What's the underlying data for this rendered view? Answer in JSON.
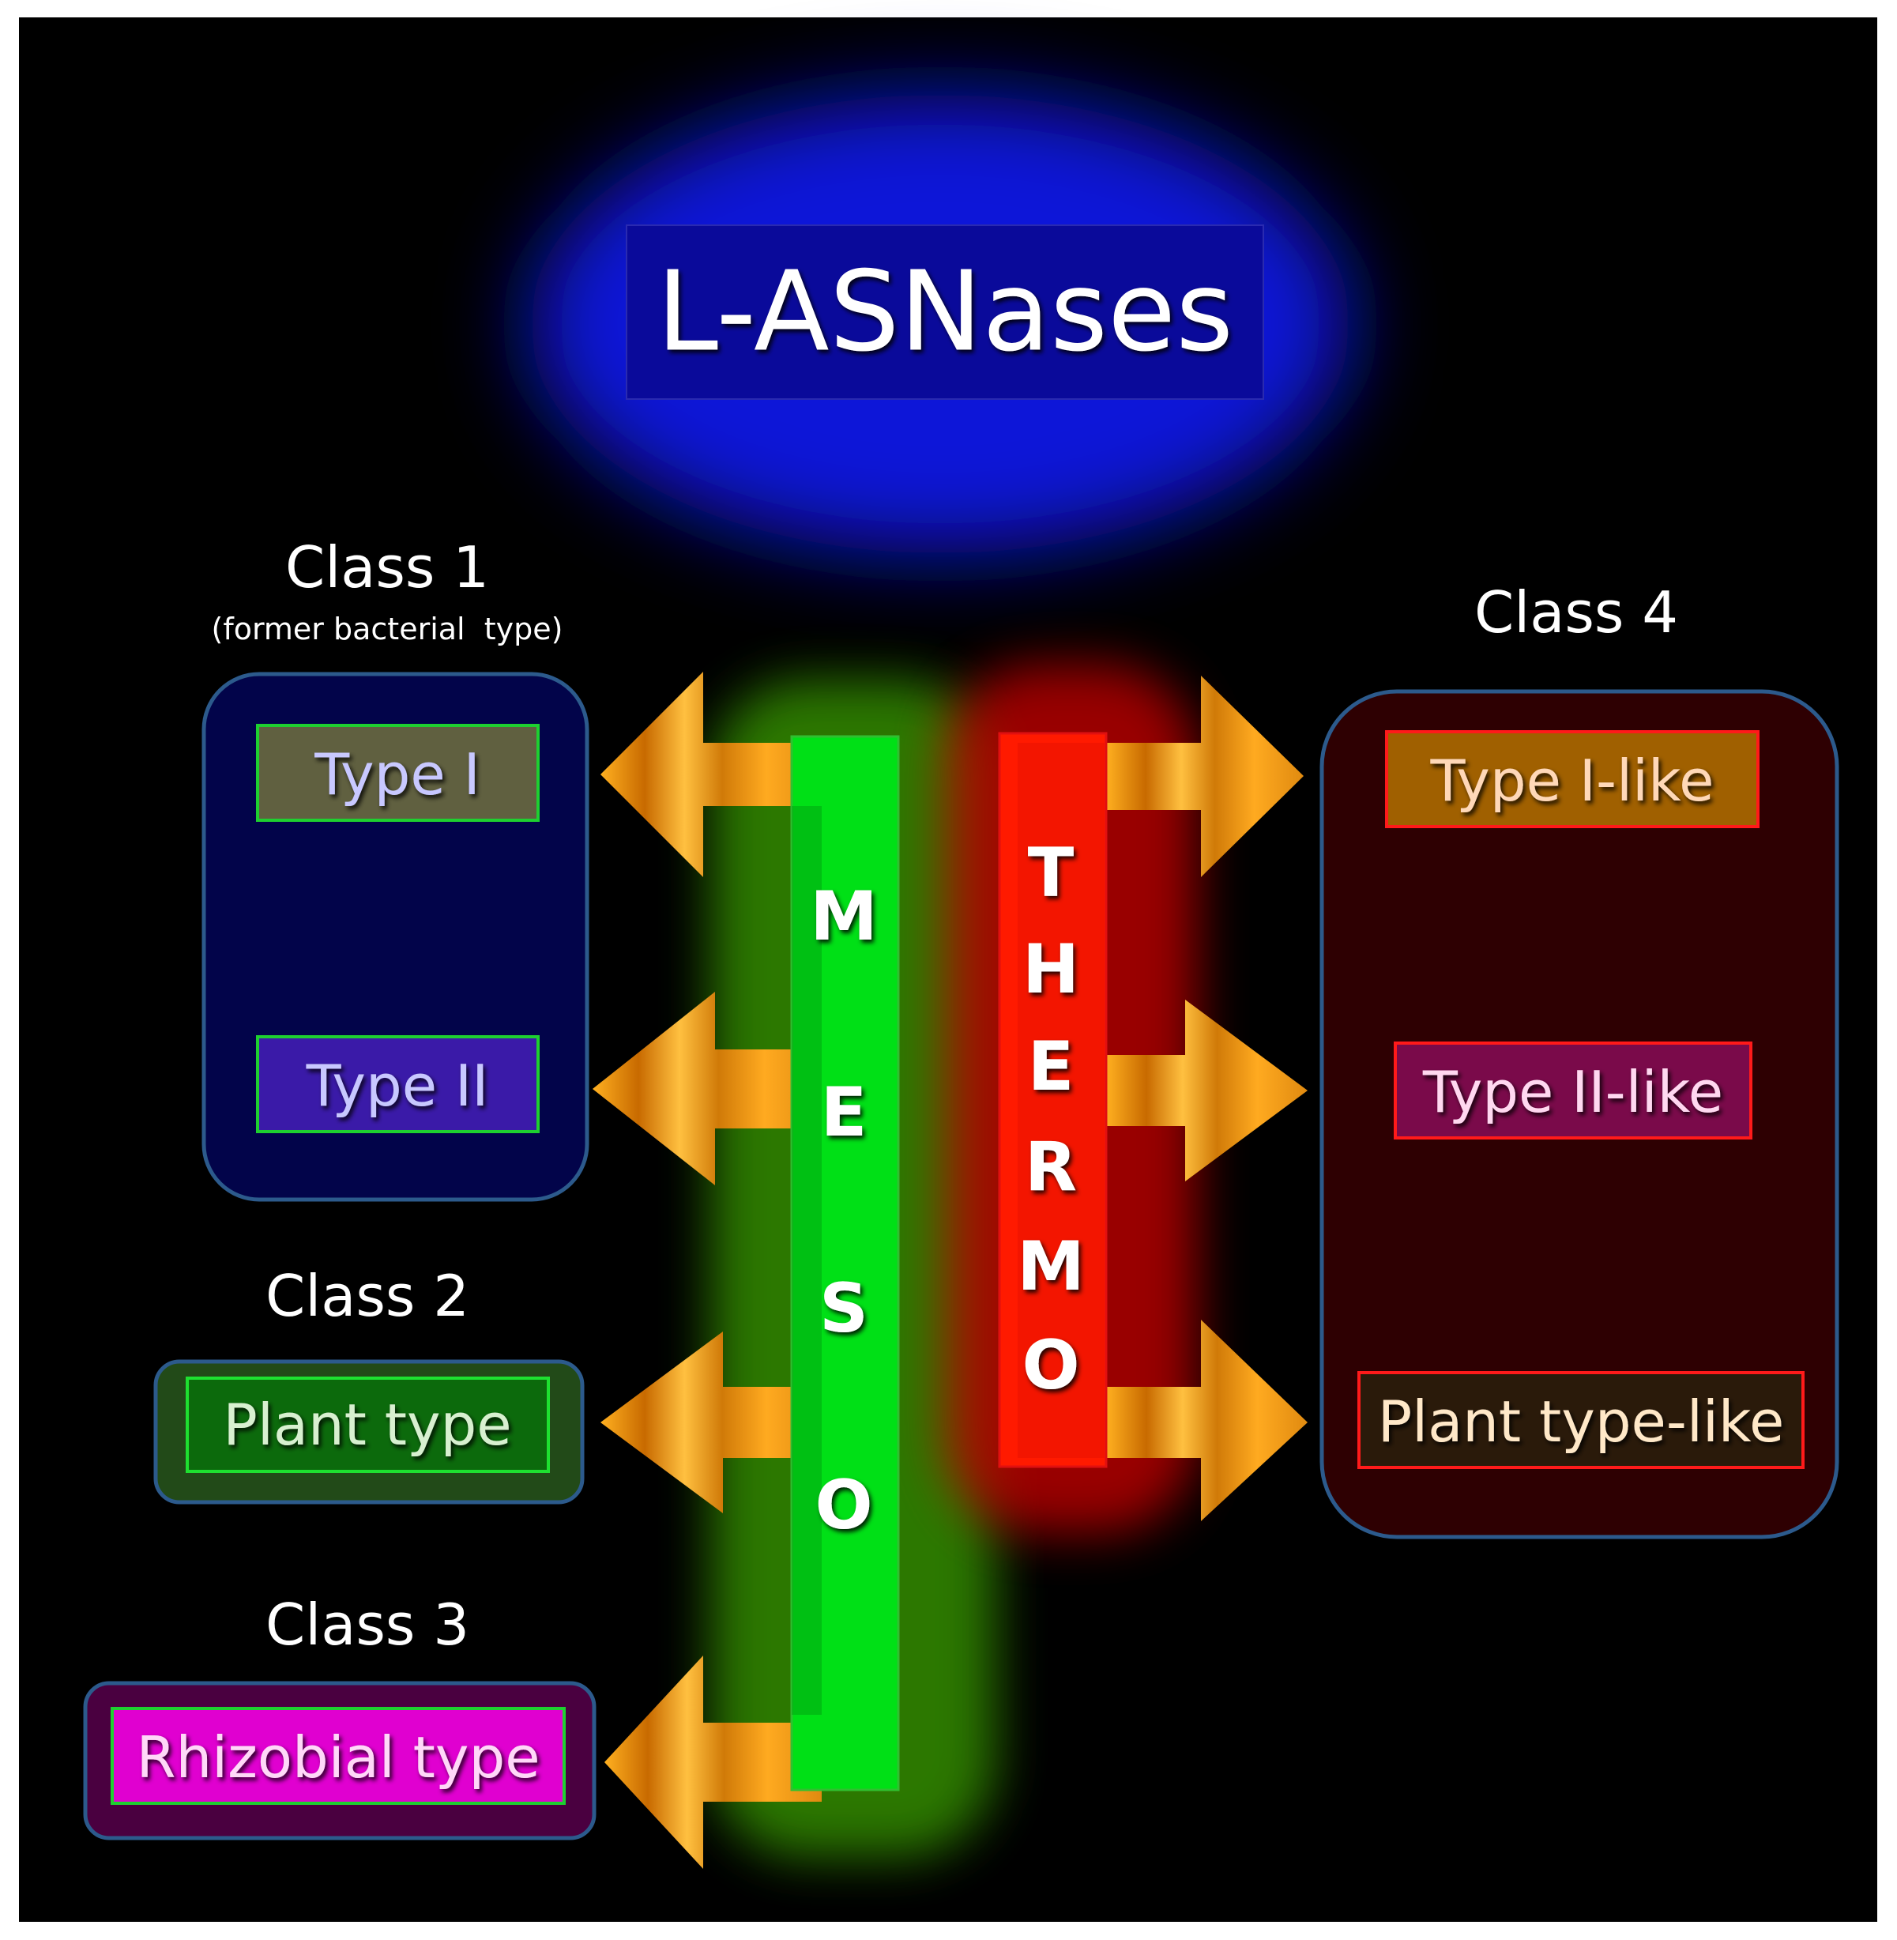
{
  "title": "L-ASNases",
  "meso_letters": [
    "M",
    "E",
    "S",
    "O"
  ],
  "thermo_letters": [
    "T",
    "H",
    "E",
    "R",
    "M",
    "O"
  ],
  "class1": {
    "heading": "Class 1",
    "subheading": "(former bacterial  type)",
    "items": [
      "Type I",
      "Type II"
    ]
  },
  "class2": {
    "heading": "Class 2",
    "item": "Plant type"
  },
  "class3": {
    "heading": "Class 3",
    "item": "Rhizobial type"
  },
  "class4": {
    "heading": "Class 4",
    "items": [
      "Type I-like",
      "Type II-like",
      "Plant type-like"
    ]
  },
  "colors": {
    "background": "#000000",
    "title_box": "#0a0a9a",
    "meso": "#00e016",
    "thermo": "#ff1a00",
    "arrow": "#f0a020",
    "class1_panel": "#02044a",
    "class4_panel": "#2e0002",
    "rhizobial": "#e000d0"
  }
}
